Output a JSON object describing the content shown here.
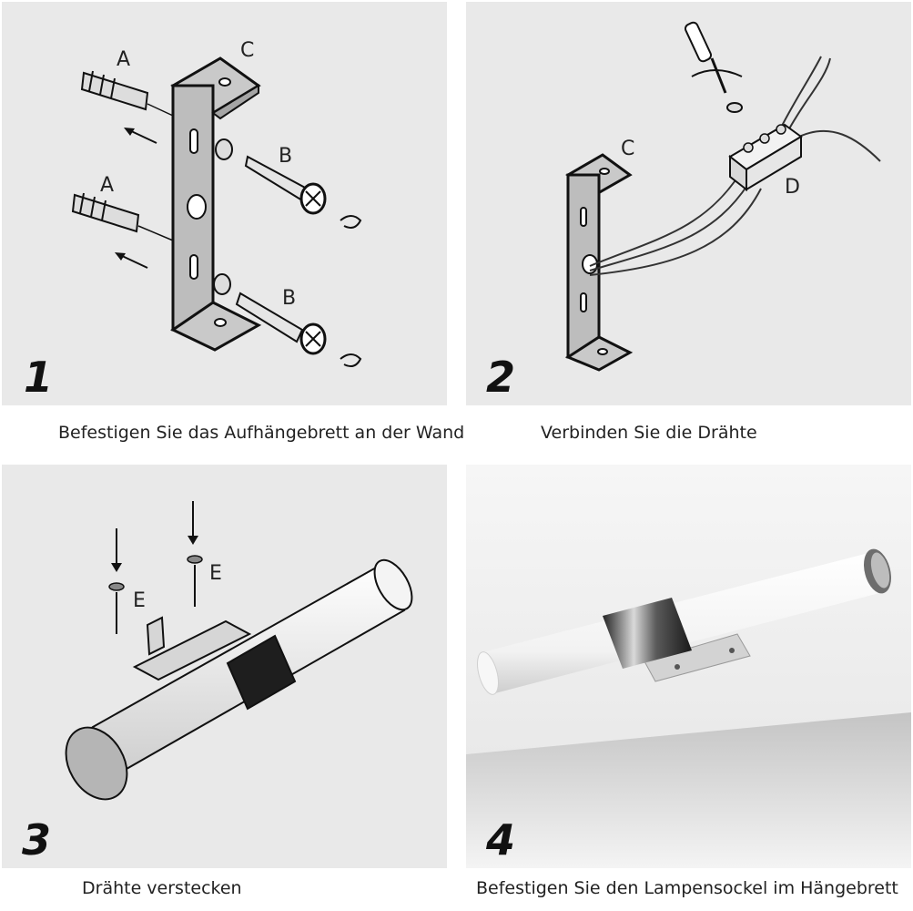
{
  "steps": [
    {
      "number": "1",
      "caption": "Befestigen Sie das Aufhängebrett an der Wand",
      "labels": [
        "A",
        "A",
        "B",
        "B",
        "C"
      ]
    },
    {
      "number": "2",
      "caption": "Verbinden Sie die Drähte",
      "labels": [
        "C",
        "D"
      ]
    },
    {
      "number": "3",
      "caption": "Drähte verstecken",
      "labels": [
        "E",
        "E"
      ]
    },
    {
      "number": "4",
      "caption": "Befestigen Sie den Lampensockel im Hängebrett",
      "labels": []
    }
  ]
}
